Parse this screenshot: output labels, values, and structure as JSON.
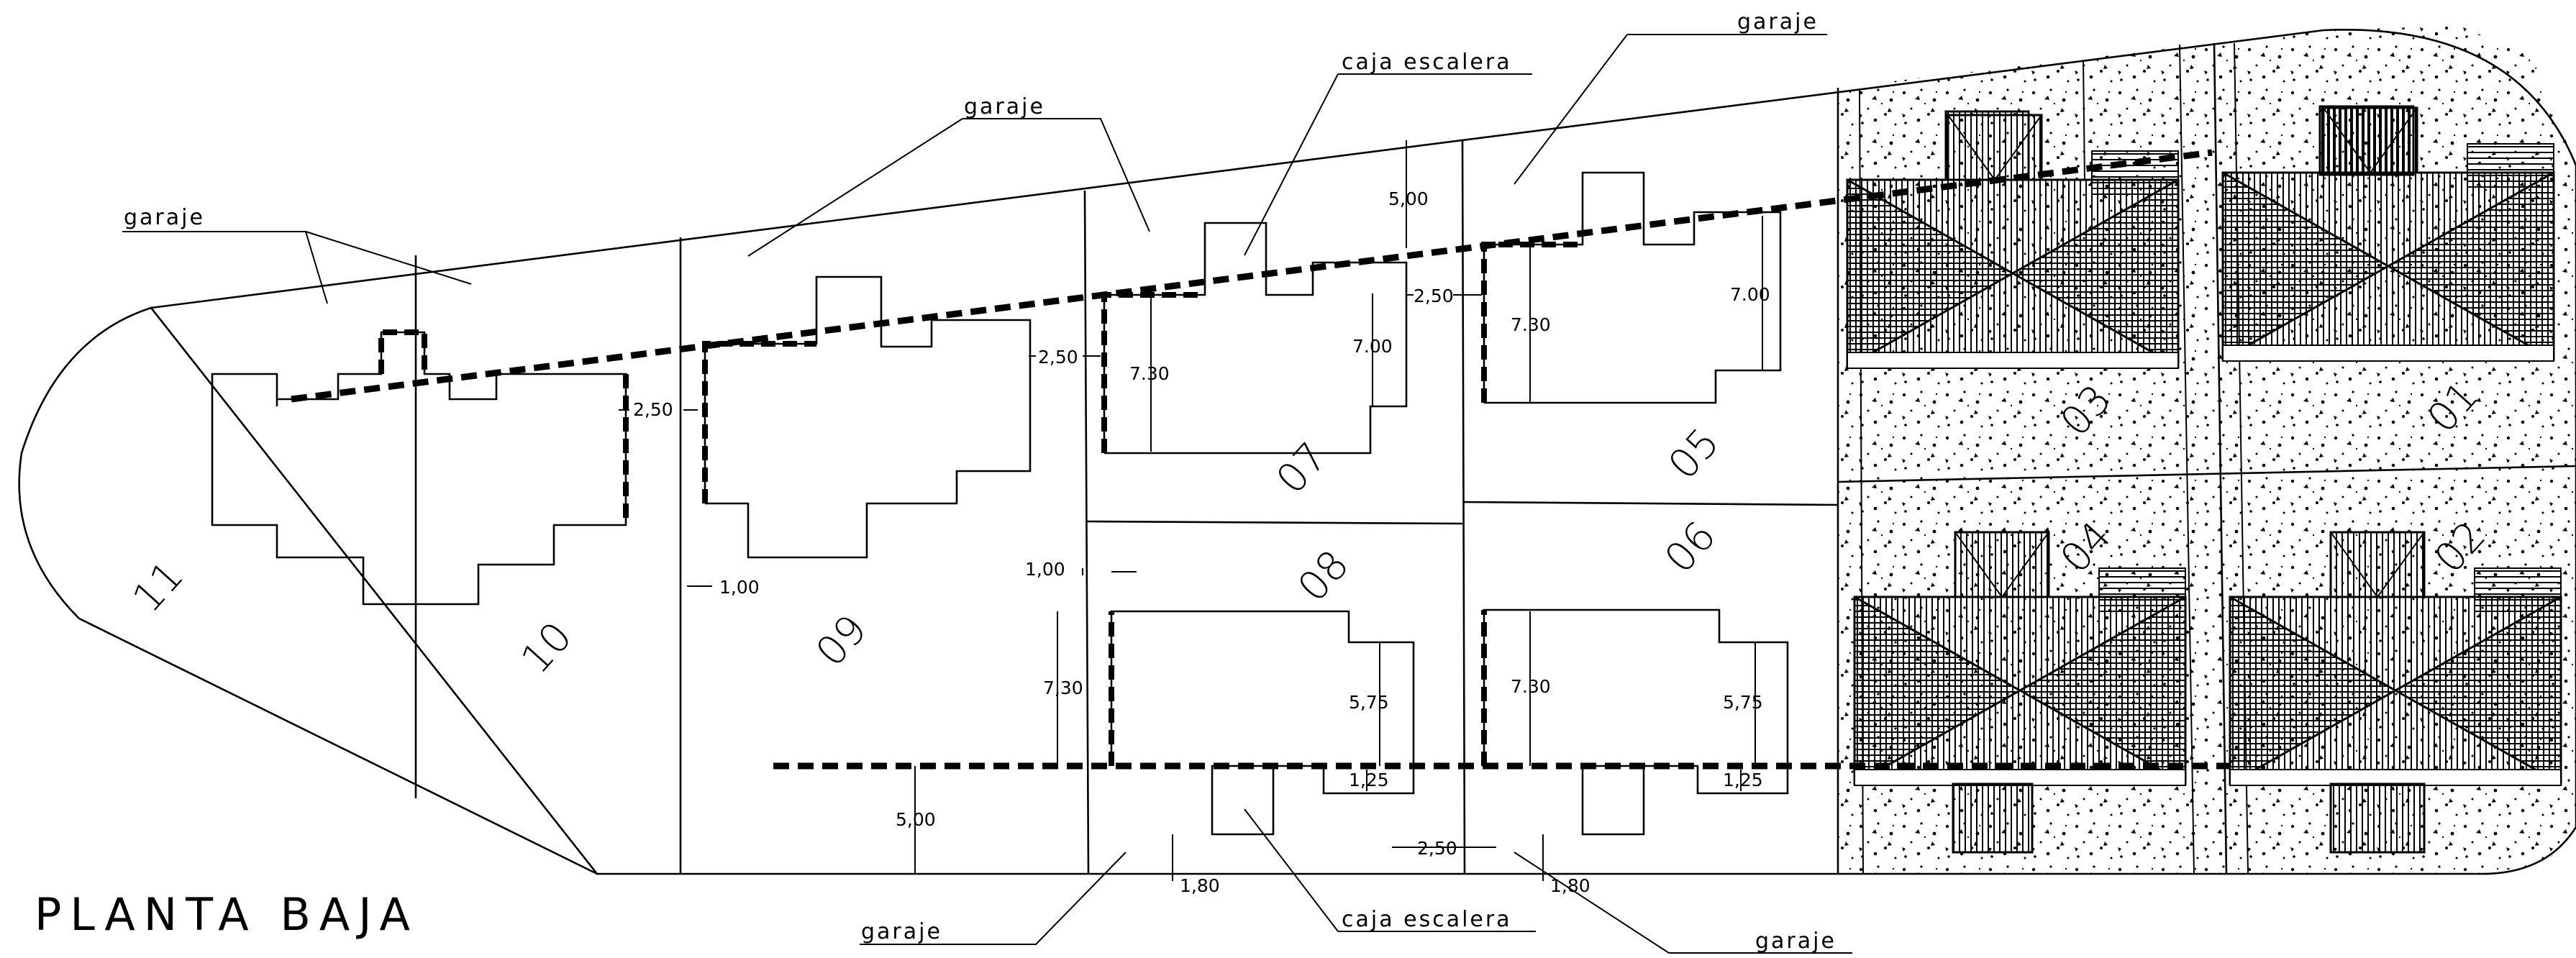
{
  "title": "PLANTA BAJA",
  "labels": {
    "garaje": "garaje",
    "caja_escalera": "caja escalera"
  },
  "lots": [
    "11",
    "10",
    "09",
    "08",
    "07",
    "06",
    "05",
    "04",
    "03",
    "02",
    "01"
  ],
  "dimensions": {
    "d_250": "2,50",
    "d_100": "1,00",
    "d_500": "5,00",
    "d_730": "7.30",
    "d_730c": "7,30",
    "d_700": "7.00",
    "d_575": "5,75",
    "d_125": "1,25",
    "d_180": "1,80"
  }
}
